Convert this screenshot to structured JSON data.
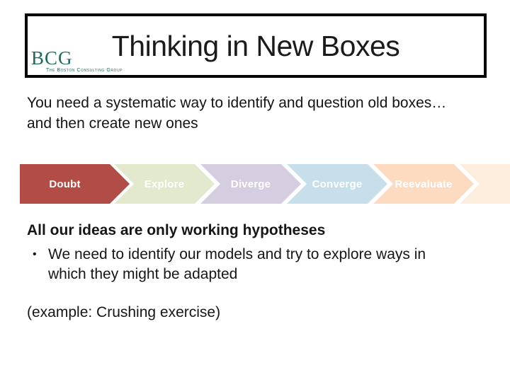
{
  "header": {
    "title": "Thinking in New Boxes",
    "logo": {
      "acronym": "BCG",
      "tagline": "The Boston Consulting Group",
      "color": "#1d6a5e"
    }
  },
  "subtitle": {
    "lines": [
      "You need a systematic way to identify and question old boxes…",
      "and then create new ones"
    ]
  },
  "process_flow": {
    "steps": [
      {
        "label": "Doubt",
        "color": "#b24c46",
        "text_color": "#ffffff"
      },
      {
        "label": "Explore",
        "color": "#e2e9cc",
        "text_color": "#ffffff"
      },
      {
        "label": "Diverge",
        "color": "#d5cee1",
        "text_color": "#ffffff"
      },
      {
        "label": "Converge",
        "color": "#c7dfea",
        "text_color": "#ffffff"
      },
      {
        "label": "Reevaluate",
        "color": "#fcdbc1",
        "text_color": "#ffffff"
      }
    ],
    "tail_color": "#fdeedd"
  },
  "body": {
    "heading": "All our ideas are only working hypotheses",
    "bullet_marker": "•",
    "bullet_lines": [
      "We need to identify our models and try to explore ways in",
      "which they might be adapted"
    ],
    "example": "(example: Crushing exercise)"
  }
}
